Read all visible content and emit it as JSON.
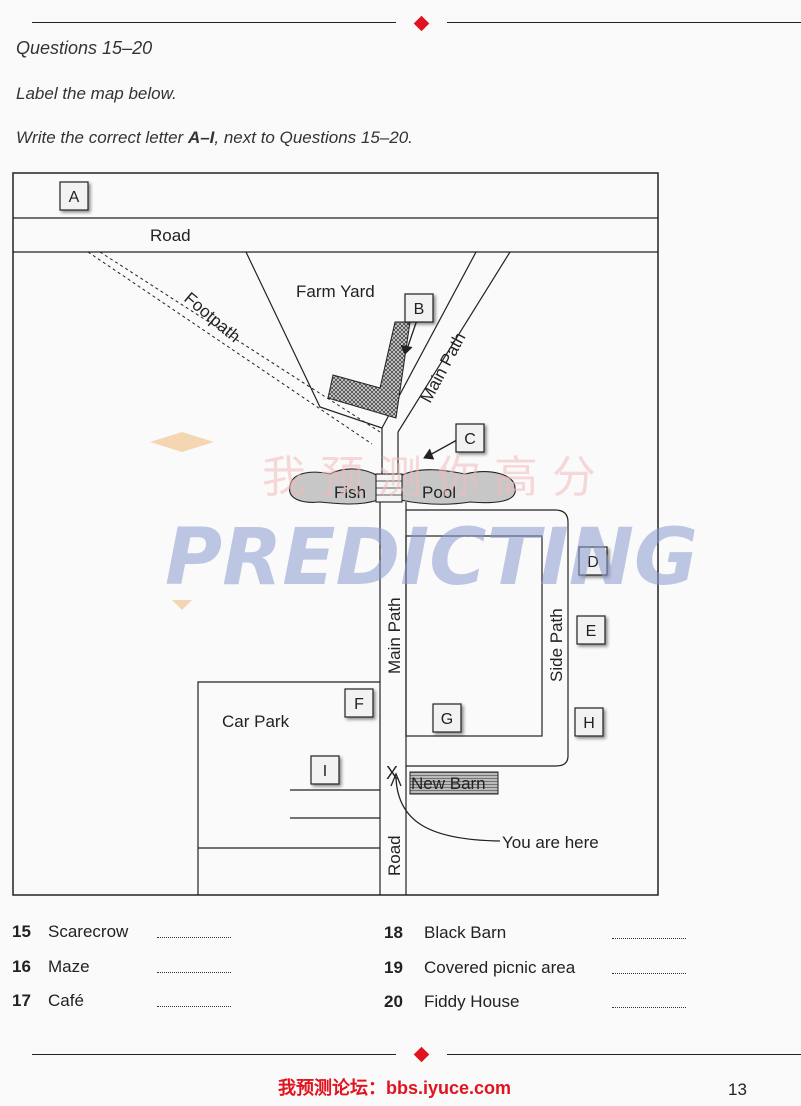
{
  "header": {
    "title": "Questions 15–20",
    "instruction1": "Label the map below.",
    "instruction2_pre": "Write the correct letter ",
    "instruction2_bold": "A–I",
    "instruction2_post": ", next to Questions 15–20."
  },
  "map": {
    "labels": {
      "road_top": "Road",
      "farm_yard": "Farm Yard",
      "footpath": "Footpath",
      "main_path_upper": "Main Path",
      "fish": "Fish",
      "pool": "Pool",
      "main_path_lower": "Main Path",
      "side_path": "Side Path",
      "car_park": "Car Park",
      "new_barn": "New Barn",
      "road_bottom": "Road",
      "you_are_here": "You are here",
      "x_mark": "X"
    },
    "letters": [
      "A",
      "B",
      "C",
      "D",
      "E",
      "F",
      "G",
      "H",
      "I"
    ]
  },
  "questions": [
    {
      "num": "15",
      "label": "Scarecrow"
    },
    {
      "num": "16",
      "label": "Maze"
    },
    {
      "num": "17",
      "label": "Café"
    },
    {
      "num": "18",
      "label": "Black Barn"
    },
    {
      "num": "19",
      "label": "Covered picnic area"
    },
    {
      "num": "20",
      "label": "Fiddy House"
    }
  ],
  "watermark": {
    "brand": "PREDICTING",
    "cn": "我 预 测 你 高 分"
  },
  "footer": {
    "site": "我预测论坛：bbs.iyuce.com",
    "page": "13"
  },
  "colors": {
    "accent": "#e0141e",
    "watermark_blue": "#8a9bd0",
    "watermark_orange": "#f0b878"
  }
}
